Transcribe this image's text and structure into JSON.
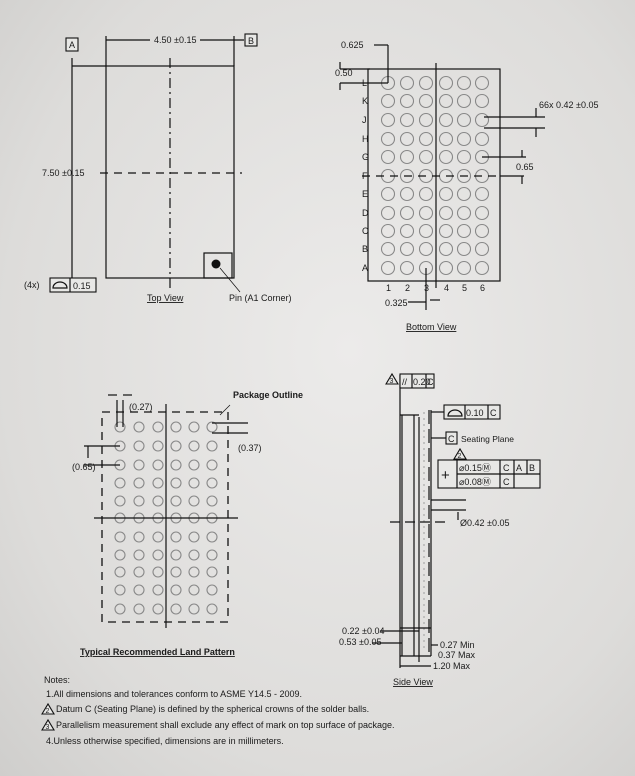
{
  "top_view": {
    "datum_a": "A",
    "datum_b": "B",
    "width_dim": "4.50 ±0.15",
    "height_dim": "7.50 ±0.15",
    "flatness_count": "(4x)",
    "flatness_value": "0.15",
    "title": "Top View",
    "pin_label": "Pin (A1 Corner)"
  },
  "bottom_view": {
    "dim_0625": "0.625",
    "dim_050": "0.50",
    "ball_dim": "66x 0.42 ±0.05",
    "pitch": "0.65",
    "offset": "0.325",
    "title": "Bottom View",
    "rows": [
      "L",
      "K",
      "J",
      "H",
      "G",
      "F",
      "E",
      "D",
      "C",
      "B",
      "A"
    ],
    "cols": [
      "1",
      "2",
      "3",
      "4",
      "5",
      "6"
    ]
  },
  "land_pattern": {
    "dim_027": "(0.27)",
    "outline_label": "Package Outline",
    "dim_037": "(0.37)",
    "dim_065": "(0.65)",
    "title": "Typical Recommended Land Pattern"
  },
  "side_view": {
    "note3": "3",
    "parallel_sym": "//",
    "parallel_value": "0.20",
    "parallel_datum": "C",
    "flat_value": "0.10",
    "flat_datum": "C",
    "seating_datum": "C",
    "seating_label": "Seating Plane",
    "note2": "2",
    "pos_sym": "+",
    "pos_value1": "⌀0.15Ⓜ",
    "pos_value2": "⌀0.08Ⓜ",
    "datum_c": "C",
    "datum_a": "A",
    "datum_b": "B",
    "ball_dia": "Ø0.42 ±0.05",
    "dim_022": "0.22 ±0.04",
    "dim_053": "0.53 ±0.05",
    "min_027": "0.27 Min",
    "max_037": "0.37 Max",
    "max_120": "1.20 Max",
    "title": "Side View"
  },
  "notes": {
    "heading": "Notes:",
    "items": [
      "1.All dimensions and tolerances conform to ASME Y14.5 - 2009.",
      "Datum C (Seating Plane) is defined by the spherical crowns of the solder balls.",
      "Parallelism measurement shall exclude any effect of mark on top surface of package.",
      "4.Unless otherwise specified, dimensions are in millimeters."
    ],
    "marker2": "2",
    "marker3": "3"
  }
}
